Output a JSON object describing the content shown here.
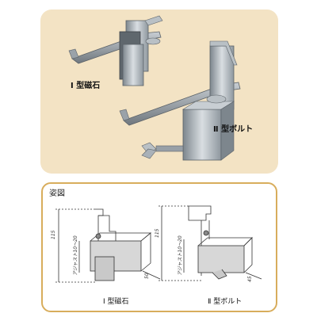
{
  "photo_labels": {
    "type1": "Ⅰ 型磁石",
    "type2": "Ⅱ 型ボルト"
  },
  "drawing": {
    "title": "姿図",
    "caption_type1": "Ⅰ 型磁石",
    "caption_type2": "Ⅱ 型ボルト",
    "dims_type1": {
      "height": "115",
      "adjust": "アジャスト10〜20",
      "depth": "50"
    },
    "dims_type2": {
      "height": "115",
      "adjust": "アジャスト10〜20",
      "depth": "45"
    }
  },
  "colors": {
    "photo_bg": "#f3e3c4",
    "border": "#d8ad5c",
    "metal": "#a9b1b8"
  }
}
